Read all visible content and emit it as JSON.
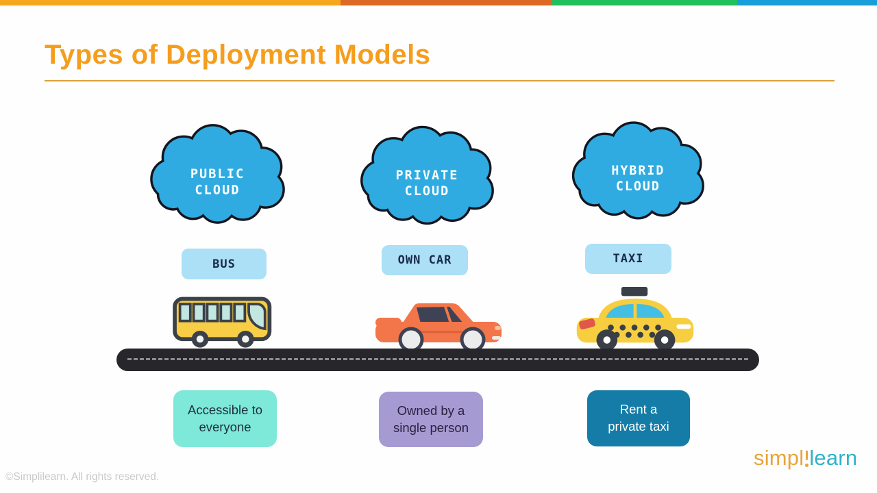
{
  "slide": {
    "title": "Types of Deployment Models",
    "title_color": "#F59D1D",
    "rule_color": "#D9A23B"
  },
  "topbar": {
    "colors": [
      "#F7A71B",
      "#DE6926",
      "#20C05C",
      "#189FD9"
    ]
  },
  "cloud": {
    "fill": "#2FABE1",
    "outline": "#14161F",
    "text_color": "#FFFFFF"
  },
  "pill": {
    "bg": "#ABE0F6",
    "text_color": "#1B2A4A"
  },
  "models": [
    {
      "cloud_line1": "PUBLIC",
      "cloud_line2": "CLOUD",
      "analogy_label": "BUS",
      "vehicle": "bus",
      "desc_line1": "Accessible to",
      "desc_line2": "everyone",
      "desc_bg": "#7EE8D9",
      "desc_color": "#20303C"
    },
    {
      "cloud_line1": "PRIVATE",
      "cloud_line2": "CLOUD",
      "analogy_label": "OWN CAR",
      "vehicle": "car",
      "desc_line1": "Owned by a",
      "desc_line2": "single person",
      "desc_bg": "#A69AD2",
      "desc_color": "#2A2040"
    },
    {
      "cloud_line1": "HYBRID",
      "cloud_line2": "CLOUD",
      "analogy_label": "TAXI",
      "vehicle": "taxi",
      "desc_line1": "Rent a",
      "desc_line2": "private taxi",
      "desc_bg": "#147CA6",
      "desc_color": "#FFFFFF"
    }
  ],
  "footer": {
    "copyright": "©Simplilearn. All rights reserved.",
    "logo_part1": "simpl",
    "logo_part2": "learn",
    "logo_color1": "#E8A43C",
    "logo_color2": "#2FB2C8"
  }
}
